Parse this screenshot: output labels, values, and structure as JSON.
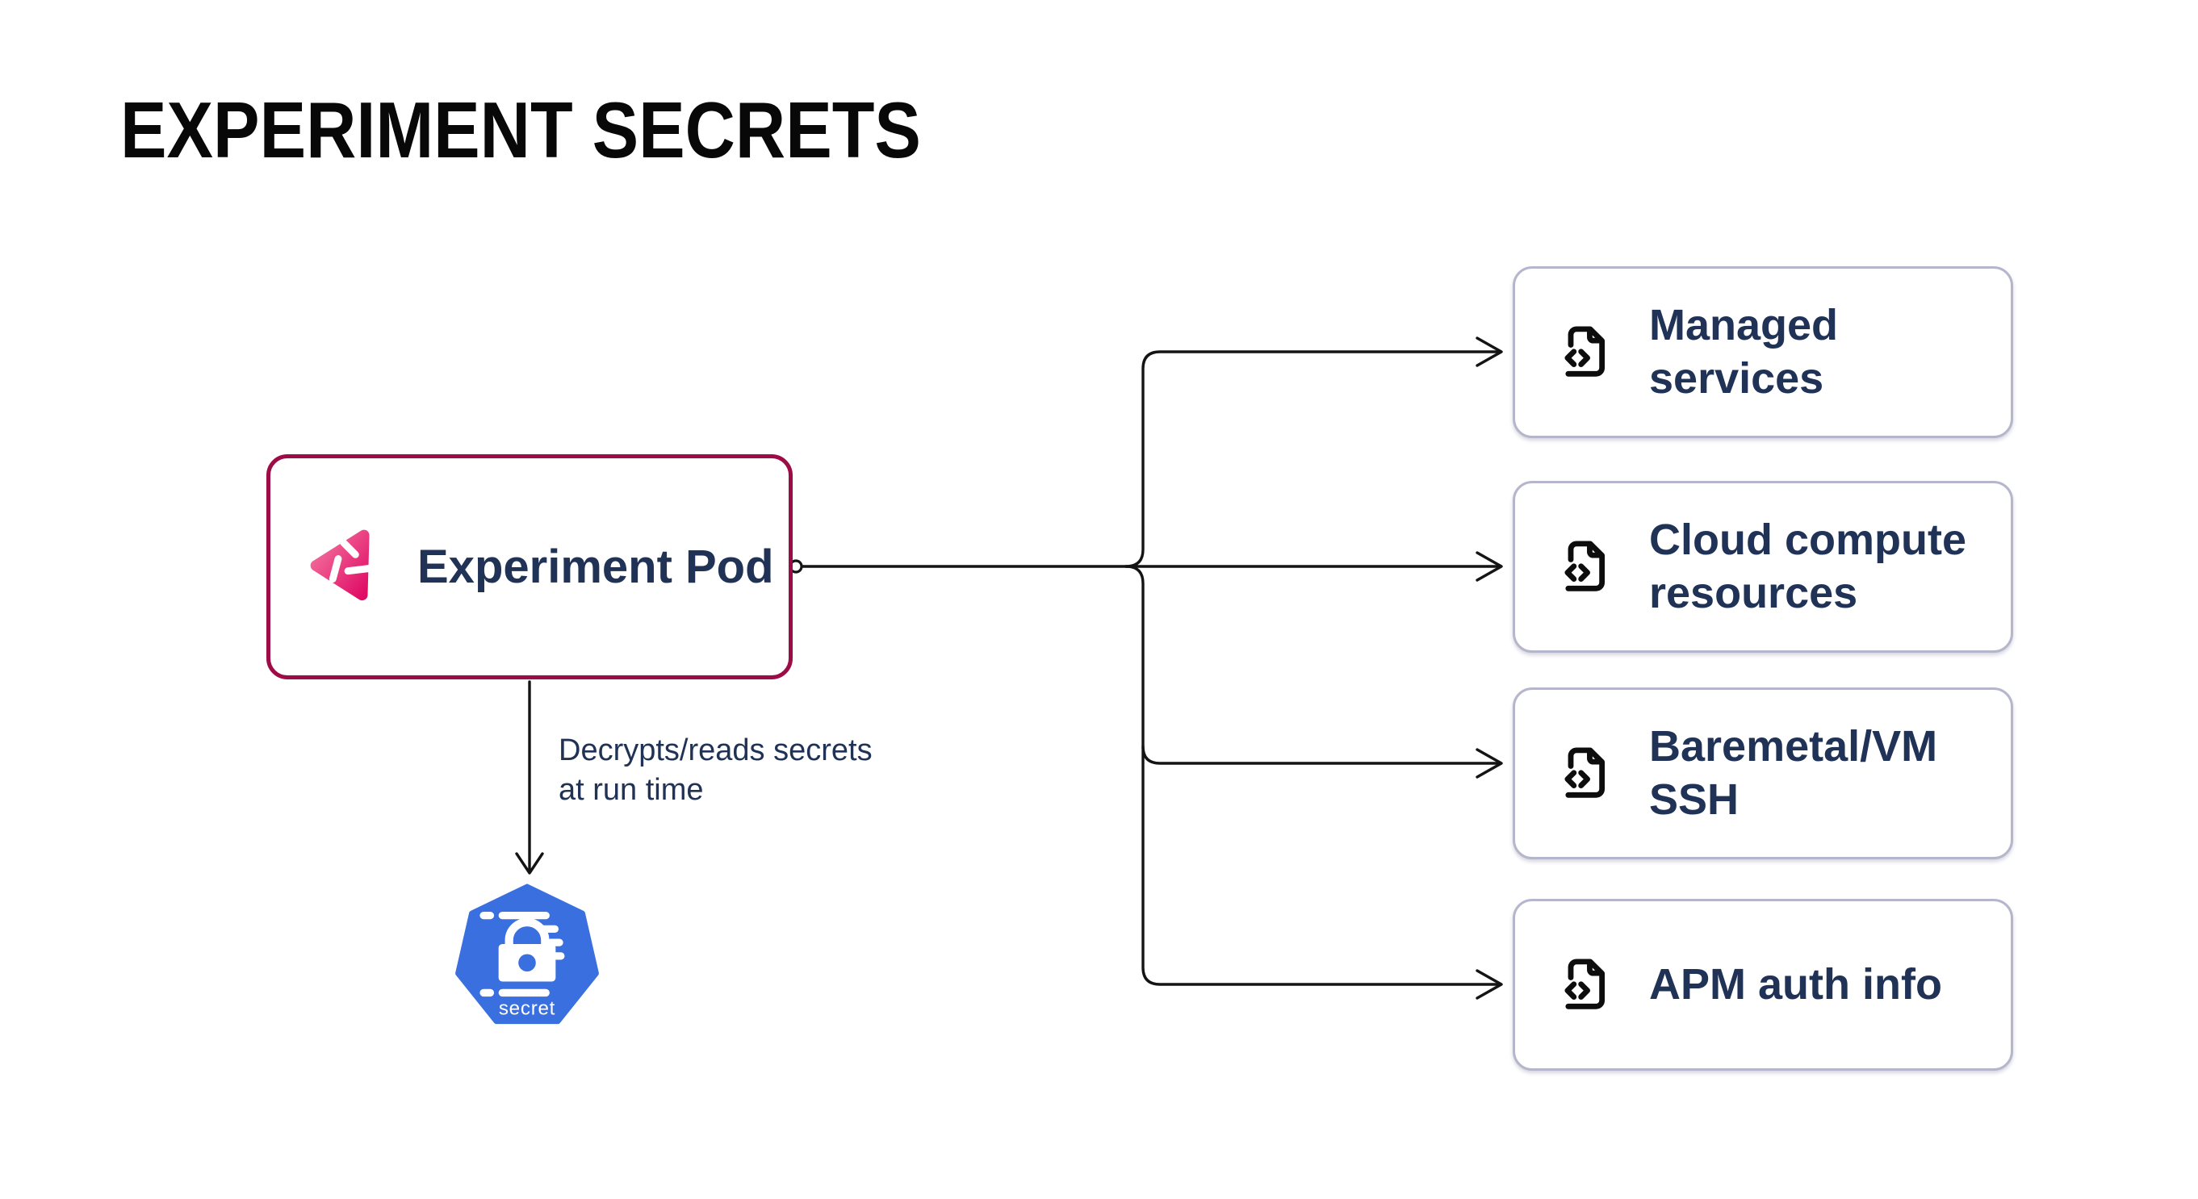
{
  "title": "EXPERIMENT SECRETS",
  "pod": {
    "label": "Experiment Pod"
  },
  "annotation": "Decrypts/reads secrets at run time",
  "secret_node": {
    "label": "secret"
  },
  "targets": [
    {
      "label": "Managed services"
    },
    {
      "label": "Cloud compute resources"
    },
    {
      "label": "Baremetal/VM SSH"
    },
    {
      "label": "APM auth info"
    }
  ],
  "icons": {
    "pod": "experiment-logo-icon",
    "secret": "kubernetes-secret-icon",
    "target": "file-code-icon",
    "pod_port": "connector-port-circle"
  },
  "colors": {
    "pod-border": "#9e0c48",
    "target-border": "#b5b6cc",
    "line": "#141414",
    "navy": "#203255",
    "k8s-blue": "#3a6fe0",
    "logo-grad-1": "#f478a2",
    "logo-grad-2": "#e00b64",
    "title": "#080808",
    "icon-black": "#0d0d0d",
    "bg": "#ffffff"
  }
}
